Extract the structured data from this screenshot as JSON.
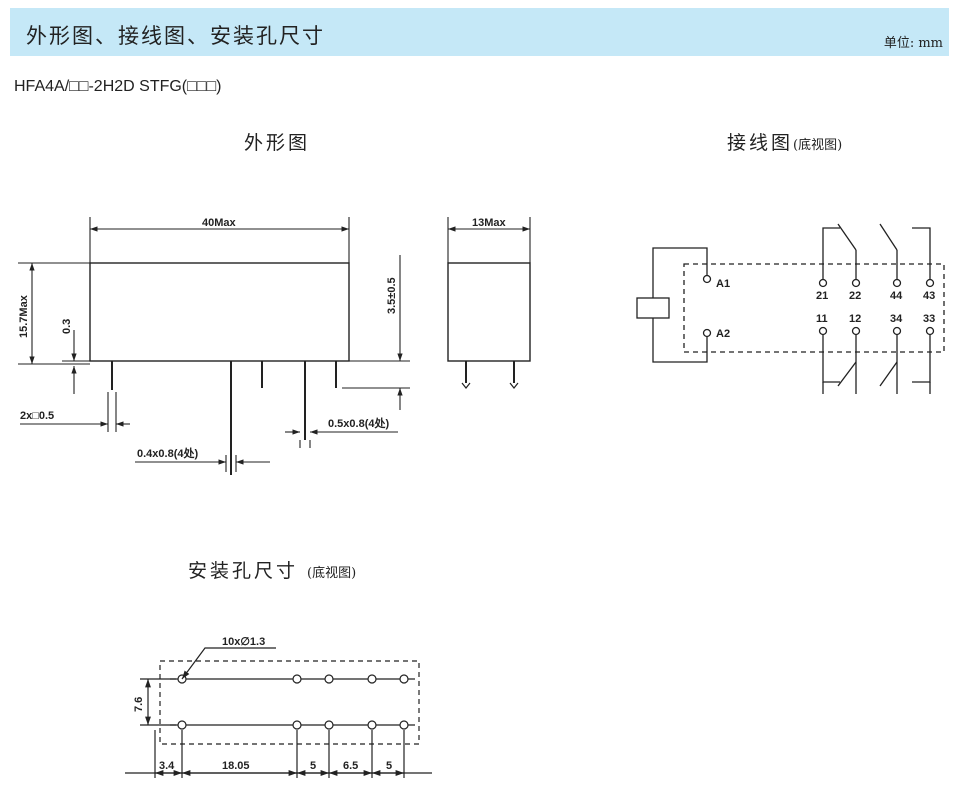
{
  "header": {
    "title": "外形图、接线图、安装孔尺寸",
    "unit": "单位: mm"
  },
  "model": "HFA4A/□□-2H2D STFG(□□□)",
  "outline": {
    "title": "外形图",
    "dims": {
      "length": "40Max",
      "width": "13Max",
      "height": "15.7Max",
      "standoff": "0.3",
      "pin_length": "3.5±0.5",
      "pin_a": "2x□0.5",
      "pin_b": "0.5x0.8(4处)",
      "pin_c": "0.4x0.8(4处)"
    }
  },
  "wiring": {
    "title": "接线图",
    "subtitle": "(底视图)",
    "coil": [
      "A1",
      "A2"
    ],
    "top_pins": [
      "21",
      "22",
      "44",
      "43"
    ],
    "bottom_pins": [
      "11",
      "12",
      "34",
      "33"
    ]
  },
  "mounting": {
    "title": "安装孔尺寸 ",
    "subtitle": "(底视图)",
    "holes": "10x∅1.3",
    "row_pitch": "7.6",
    "x_dims": [
      "3.4",
      "18.05",
      "5",
      "6.5",
      "5"
    ]
  }
}
